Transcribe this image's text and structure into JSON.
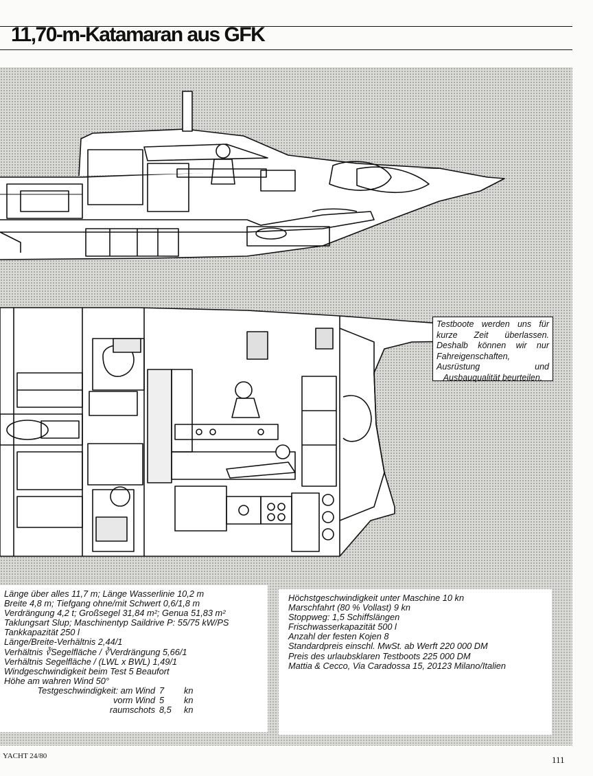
{
  "title": "11,70-m-Katamaran aus GFK",
  "note": "Testboote werden uns für kurze Zeit überlassen. Deshalb können wir nur Fahreigenschaften, Ausrüstung und Ausbauqualität beurteilen.",
  "specs_left": [
    "Länge über alles 11,7 m; Länge Wasserlinie 10,2 m",
    "Breite 4,8 m; Tiefgang ohne/mit Schwert 0,6/1,8 m",
    "Verdrängung 4,2 t; Großsegel 31,84 m²; Genua 51,83 m²",
    "Taklungsart Slup; Maschinentyp Saildrive P: 55/75 kW/PS",
    "Tankkapazität 250 l",
    "Länge/Breite-Verhältnis 2,44/1",
    "Verhältnis ∛Segelfläche / ∛Verdrängung 5,66/1",
    "Verhältnis Segelfläche / (LWL x BWL) 1,49/1",
    "Windgeschwindigkeit beim Test 5 Beaufort",
    "Höhe am wahren Wind 50°"
  ],
  "test_speed": {
    "label": "Testgeschwindigkeit: am Wind",
    "row2_label": "vorm Wind",
    "row3_label": "raumschots",
    "v1": "7",
    "v2": "5",
    "v3": "8,5",
    "unit": "kn"
  },
  "specs_right": [
    "Höchstgeschwindigkeit unter Maschine 10 kn",
    "Marschfahrt (80 % Vollast) 9 kn",
    "Stoppweg: 1,5 Schiffslängen",
    "Frischwasserkapazität 500 l",
    "Anzahl der festen Kojen 8",
    "Standardpreis einschl. MwSt. ab Werft 220 000 DM",
    "Preis des urlaubsklaren Testboots 225 000 DM",
    "Mattia & Cecco, Via Caradossa 15, 20123 Milano/Italien"
  ],
  "footer": {
    "left": "YACHT 24/80",
    "page_number": "111"
  }
}
